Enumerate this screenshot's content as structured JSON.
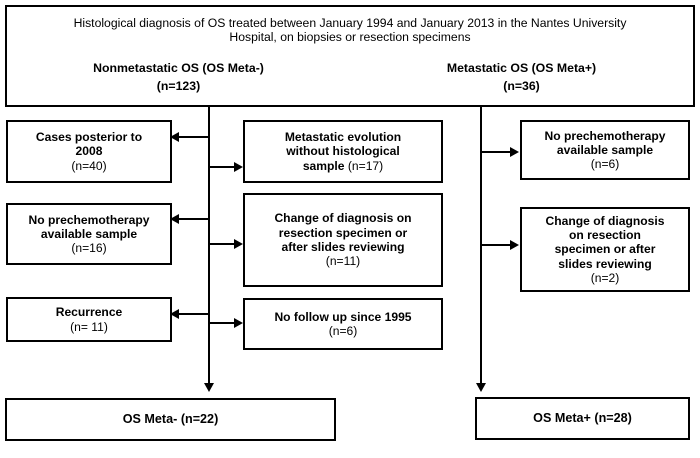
{
  "header": {
    "title_line_1": "Histological diagnosis of OS treated between January 1994 and January 2013  in the Nantes University",
    "title_line_2": "Hospital, on biopsies or resection specimens",
    "columns": [
      {
        "label": "Nonmetastatic OS (OS Meta-)",
        "count": "(n=123)"
      },
      {
        "label": "Metastatic OS (OS Meta+)",
        "count": "(n=36)"
      }
    ]
  },
  "left_column": {
    "boxes": [
      {
        "line_1": "Cases posterior to",
        "line_2": "2008",
        "line_3": "(n=40)"
      },
      {
        "line_1": "No prechemotherapy",
        "line_2": "available sample",
        "line_3": "(n=16)"
      },
      {
        "line_1": "Recurrence",
        "line_2": "(n= 11)",
        "line_3": ""
      }
    ]
  },
  "middle_column": {
    "boxes": [
      {
        "line_1": "Metastatic evolution",
        "line_2": "without histological",
        "line_3": "sample ",
        "line_3_plain": "(n=17)",
        "line_4": ""
      },
      {
        "line_1": "Change of diagnosis on",
        "line_2": "resection specimen or",
        "line_3": "after slides reviewing",
        "line_4": "(n=11)"
      },
      {
        "line_1": "No follow up since 1995",
        "line_2": "(n=6)",
        "line_3": "",
        "line_4": ""
      }
    ]
  },
  "right_column": {
    "boxes": [
      {
        "line_1": "No prechemotherapy",
        "line_2": "available sample",
        "line_3": "(n=6)",
        "line_4": "",
        "line_5": ""
      },
      {
        "line_1": "Change of diagnosis",
        "line_2": "on resection",
        "line_3": "specimen or after",
        "line_4": "slides reviewing",
        "line_5": "(n=2)"
      }
    ]
  },
  "results": {
    "left": "OS Meta- (n=22)",
    "right": "OS Meta+ (n=28)"
  },
  "colors": {
    "line": "#000000",
    "box_border": "#000000",
    "background": "#ffffff",
    "text": "#000000"
  }
}
